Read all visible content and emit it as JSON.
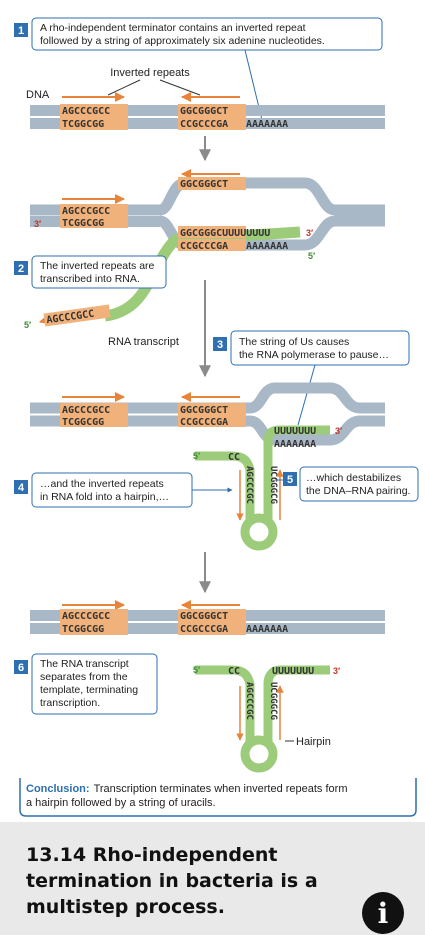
{
  "step1": {
    "number": "1",
    "line1": "A rho-independent terminator contains an inverted repeat",
    "line2": "followed by a string of approximately six adenine nucleotides."
  },
  "labels": {
    "inverted_repeats": "Inverted repeats",
    "dna": "DNA",
    "rna_transcript": "RNA transcript",
    "hairpin": "Hairpin",
    "three_prime": "3′",
    "five_prime": "5′"
  },
  "sequences": {
    "top_left": "AGCCCGCC",
    "bottom_left": "TCGGCGG",
    "top_right": "GGCGGGCT",
    "bottom_right": "CCGCCCGA",
    "poly_a": "AAAAAAA",
    "rna_u": "GGCGGGCUUUUUUUU",
    "rna_5": "AGCCCGCC",
    "u_string": "UUUUUUU",
    "cc": "CC",
    "hairpin_left": "AGCCCGC",
    "hairpin_right": "UCGGGCG"
  },
  "step2": {
    "number": "2",
    "line1": "The inverted repeats are",
    "line2": "transcribed into RNA."
  },
  "step3": {
    "number": "3",
    "line1": "The string of Us causes",
    "line2": "the RNA polymerase to pause…"
  },
  "step4": {
    "number": "4",
    "line1": "…and the inverted repeats",
    "line2": "in RNA fold into a hairpin,…"
  },
  "step5": {
    "number": "5",
    "line1": "…which destabilizes",
    "line2": "the DNA–RNA pairing."
  },
  "step6": {
    "number": "6",
    "line1": "The RNA transcript",
    "line2": "separates from the",
    "line3": "template, terminating",
    "line4": "transcription."
  },
  "conclusion": {
    "label": "Conclusion:",
    "line1": "Transcription terminates when inverted repeats form",
    "line2": "a hairpin followed by a string of uracils."
  },
  "caption": "13.14 Rho-independent termination in bacteria is a multistep process.",
  "info_icon": "i",
  "colors": {
    "dna_strand": "#a8b8c6",
    "orange_highlight": "#f0b27a",
    "rna_green": "#9ccc7a",
    "step_blue": "#2d6fb0",
    "arrow_orange": "#e8833a",
    "red_label": "#c0392b",
    "green_label": "#3c8d2f"
  }
}
